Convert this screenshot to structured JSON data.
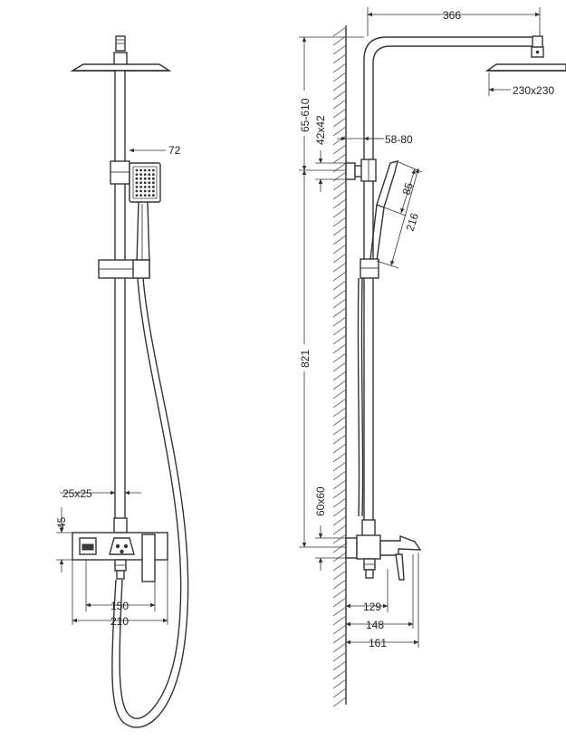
{
  "front_view": {
    "dim_handshower_width": "72",
    "dim_bar_section": "25x25",
    "dim_mixer_height": "45",
    "dim_mixer_inner_width": "150",
    "dim_mixer_total_width": "210"
  },
  "side_view": {
    "dim_arm_length": "366",
    "dim_head_size": "230x230",
    "dim_height_adjust": "65-610",
    "dim_bracket_size": "42x42",
    "dim_bracket_depth": "58-80",
    "dim_handshower_head": "85",
    "dim_handshower_length": "216",
    "dim_column_height": "821",
    "dim_mixer_plate": "60x60",
    "dim_projection_129": "129",
    "dim_projection_148": "148",
    "dim_projection_161": "161"
  }
}
